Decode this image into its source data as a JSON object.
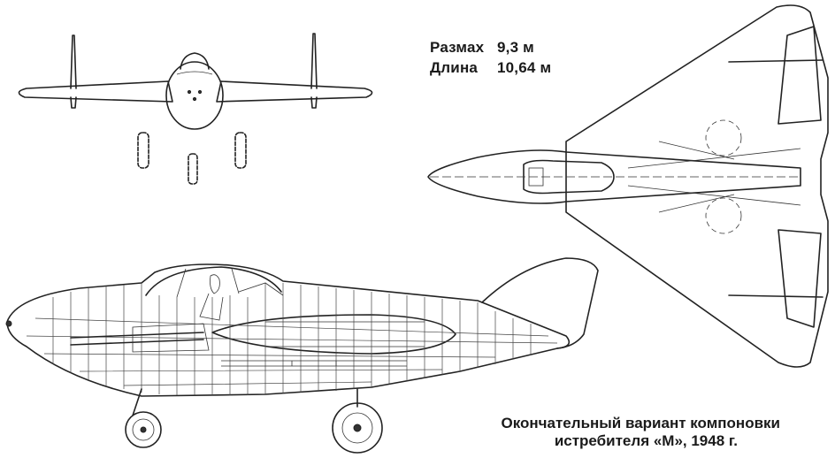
{
  "specs": {
    "span_label": "Размах",
    "span_value": "9,3 м",
    "length_label": "Длина",
    "length_value": "10,64 м"
  },
  "caption": {
    "line1": "Окончательный вариант компоновки",
    "line2": "истребителя «М», 1948 г."
  },
  "views": [
    "front-view",
    "top-view",
    "side-view"
  ]
}
